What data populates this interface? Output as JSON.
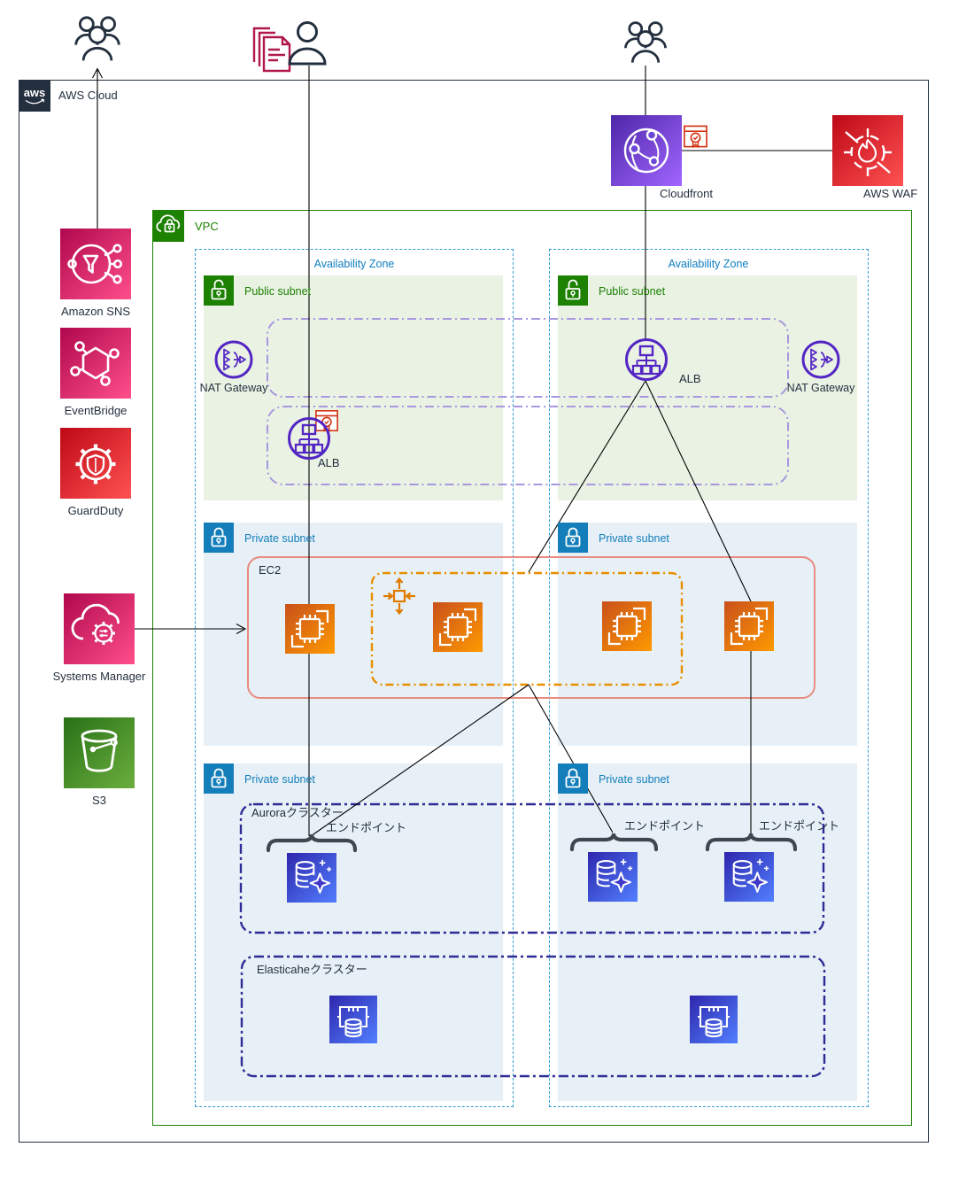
{
  "cloud": {
    "logo_text": "aws",
    "label": "AWS Cloud"
  },
  "vpc": {
    "label": "VPC"
  },
  "availability_zones": [
    {
      "label": "Availability Zone"
    },
    {
      "label": "Availability Zone"
    }
  ],
  "subnets": {
    "public_left": {
      "label": "Public subnet"
    },
    "public_right": {
      "label": "Public subnet"
    },
    "private_mid_left": {
      "label": "Private subnet"
    },
    "private_mid_right": {
      "label": "Private subnet"
    },
    "private_bottom_left": {
      "label": "Private subnet"
    },
    "private_bottom_right": {
      "label": "Private subnet"
    }
  },
  "nodes": {
    "sns": {
      "label": "Amazon SNS"
    },
    "eventbridge": {
      "label": "EventBridge"
    },
    "guardduty": {
      "label": "GuardDuty"
    },
    "systems_manager": {
      "label": "Systems Manager"
    },
    "s3": {
      "label": "S3"
    },
    "cloudfront": {
      "label": "Cloudfront"
    },
    "waf": {
      "label": "AWS WAF"
    },
    "nat_gateway_left": {
      "label": "NAT Gateway"
    },
    "nat_gateway_right": {
      "label": "NAT Gateway"
    },
    "alb_left": {
      "label": "ALB"
    },
    "alb_right": {
      "label": "ALB"
    },
    "ec2_group": {
      "label": "EC2"
    }
  },
  "clusters": {
    "aurora": {
      "label": "Auroraクラスター",
      "endpoint_labels": [
        "エンドポイント",
        "エンドポイント",
        "エンドポイント"
      ]
    },
    "elasticache": {
      "label": "Elasticaheクラスター"
    }
  },
  "colors": {
    "cloud_border": "#232F3E",
    "vpc_border": "#1D8102",
    "az_border": "#2E9BD5",
    "az_label_blue": "#0F7EC0",
    "public_subnet_green": "#1D8102",
    "private_subnet_blue": "#147EBA",
    "public_subnet_bg": "#EAF2E4",
    "private_subnet_bg": "#E7F0F7",
    "lb_group_purple": "#A898E0",
    "asg_group_orange": "#E88F00",
    "ec2_group_red": "#E88B80",
    "db_cluster_navy": "#2D2B95",
    "elb_icon_purple": "#5326C4",
    "tile_pink_gradient": [
      "#B0084D",
      "#FF4F8B"
    ],
    "tile_red_gradient": [
      "#BD0816",
      "#FF5252"
    ],
    "tile_green_gradient": [
      "#277116",
      "#6CAE3E"
    ],
    "tile_purple_gradient": [
      "#4D27A8",
      "#A166FF"
    ],
    "tile_orange_gradient": [
      "#C8511B",
      "#FF9900"
    ],
    "tile_indigo_gradient": [
      "#2E27AD",
      "#527FFF"
    ],
    "document_icon_crimson": "#B0174C",
    "web_acl_red": "#D13212",
    "actor_dark": "#232F3E"
  }
}
